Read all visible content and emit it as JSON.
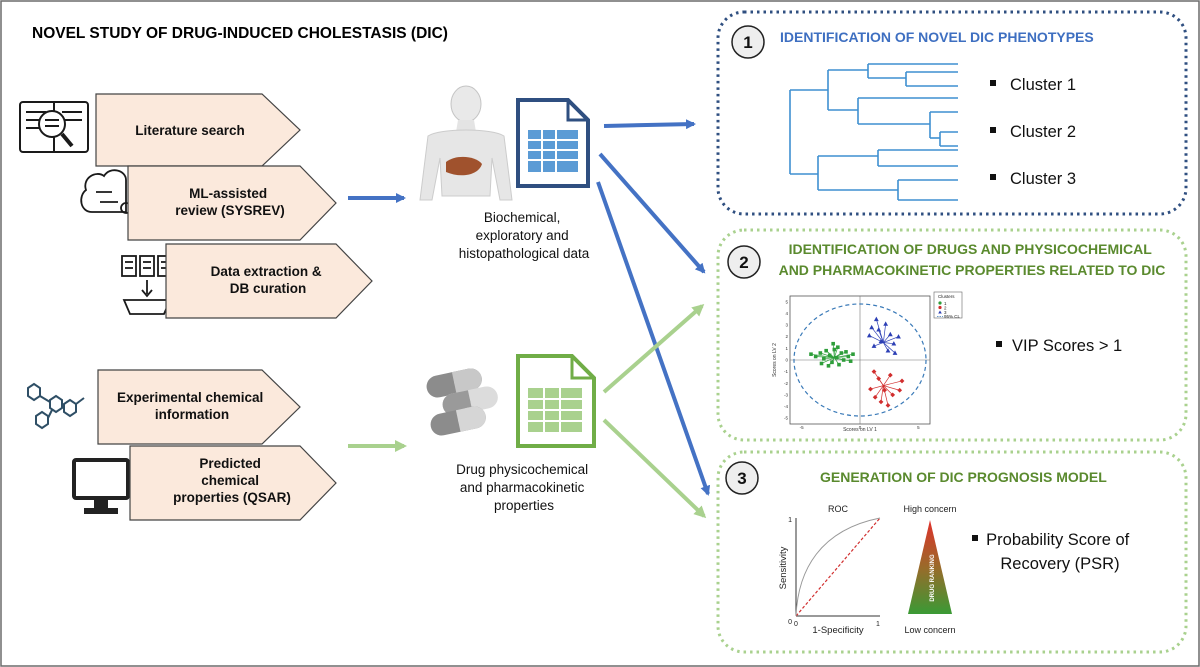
{
  "title": "NOVEL STUDY OF DRUG-INDUCED CHOLESTASIS (DIC)",
  "colors": {
    "blue": "#3e6fc1",
    "dark_blue": "#2f4f80",
    "green": "#5a8a2e",
    "light_green": "#a9d18e",
    "arrow_blue": "#4472c4",
    "input_fill": "#fbe9dc"
  },
  "inputs": [
    {
      "lines": [
        "Literature search"
      ],
      "icon": "book-search-icon"
    },
    {
      "lines": [
        "ML-assisted",
        "review (SYSREV)"
      ],
      "icon": "brain-gears-icon"
    },
    {
      "lines": [
        "Data extraction &",
        "DB curation"
      ],
      "icon": "documents-database-icon"
    },
    {
      "lines": [
        "Experimental chemical",
        "information"
      ],
      "icon": "molecule-icon"
    },
    {
      "lines": [
        "Predicted",
        "chemical",
        "properties (QSAR)"
      ],
      "icon": "computer-monitor-icon"
    }
  ],
  "data_sources": [
    {
      "lines": [
        "Biochemical,",
        "exploratory and",
        "histopathological data"
      ],
      "icons": [
        "human-liver-icon",
        "blue-spreadsheet-icon"
      ]
    },
    {
      "lines": [
        "Drug physicochemical",
        "and pharmacokinetic",
        "properties"
      ],
      "icons": [
        "capsules-icon",
        "green-spreadsheet-icon"
      ]
    }
  ],
  "outputs": [
    {
      "number": "1",
      "title_lines": [
        "IDENTIFICATION OF NOVEL DIC PHENOTYPES"
      ],
      "bullets": [
        [
          "Cluster 1"
        ],
        [
          "Cluster 2"
        ],
        [
          "Cluster 3"
        ]
      ]
    },
    {
      "number": "2",
      "title_lines": [
        "IDENTIFICATION OF DRUGS AND PHYSICOCHEMICAL",
        "AND PHARMACOKINETIC PROPERTIES RELATED TO DIC"
      ],
      "bullets": [
        [
          "VIP Scores > 1"
        ]
      ],
      "pca": {
        "xlabel": "Scores on LV 1",
        "ylabel": "Scores on LV 2",
        "x_ticks": [
          "-5",
          "0",
          "5"
        ],
        "y_ticks": [
          "5",
          "4",
          "3",
          "2",
          "1",
          "0",
          "-1",
          "-2",
          "-3",
          "-4",
          "-5"
        ],
        "legend_title": "Clusters",
        "legend_items": [
          "1",
          "2",
          "3",
          "95% CL"
        ],
        "groups": [
          {
            "color": "#2e9e3a",
            "center": [
              -2.2,
              0.2
            ],
            "points": [
              [
                -4.2,
                0.5
              ],
              [
                -3.8,
                0.3
              ],
              [
                -3.4,
                0.6
              ],
              [
                -3.1,
                0.1
              ],
              [
                -2.9,
                0.8
              ],
              [
                -2.6,
                0.4
              ],
              [
                -2.4,
                -0.2
              ],
              [
                -2.2,
                0.9
              ],
              [
                -2.0,
                0.2
              ],
              [
                -1.8,
                -0.4
              ],
              [
                -1.6,
                0.6
              ],
              [
                -1.4,
                0.0
              ],
              [
                -1.2,
                0.7
              ],
              [
                -1.0,
                0.3
              ],
              [
                -0.8,
                -0.1
              ],
              [
                -2.7,
                -0.5
              ],
              [
                -3.3,
                -0.3
              ],
              [
                -1.9,
                1.1
              ],
              [
                -0.6,
                0.5
              ],
              [
                -2.3,
                1.4
              ]
            ]
          },
          {
            "color": "#2c3fb5",
            "center": [
              2.0,
              1.5
            ],
            "points": [
              [
                1.0,
                2.8
              ],
              [
                1.4,
                3.5
              ],
              [
                2.2,
                3.1
              ],
              [
                2.6,
                2.2
              ],
              [
                1.8,
                1.6
              ],
              [
                1.2,
                1.2
              ],
              [
                2.9,
                1.4
              ],
              [
                3.3,
                2.0
              ],
              [
                2.4,
                0.8
              ],
              [
                0.8,
                2.1
              ],
              [
                1.6,
                2.6
              ],
              [
                3.0,
                0.6
              ]
            ]
          },
          {
            "color": "#d12e2e",
            "center": [
              2.0,
              -2.2
            ],
            "points": [
              [
                1.2,
                -1.0
              ],
              [
                1.6,
                -1.6
              ],
              [
                2.6,
                -1.3
              ],
              [
                3.6,
                -1.8
              ],
              [
                2.1,
                -2.6
              ],
              [
                1.3,
                -3.2
              ],
              [
                2.8,
                -3.0
              ],
              [
                3.4,
                -2.6
              ],
              [
                1.8,
                -3.6
              ],
              [
                0.9,
                -2.5
              ],
              [
                2.4,
                -3.9
              ]
            ]
          }
        ]
      }
    },
    {
      "number": "3",
      "title_lines": [
        "GENERATION OF DIC PROGNOSIS MODEL"
      ],
      "bullets": [
        [
          "Probability Score of",
          "Recovery (PSR)"
        ]
      ],
      "roc": {
        "title": "ROC",
        "xlabel": "1-Specificity",
        "ylabel": "Sensitivity",
        "x_ticks": [
          "0",
          "1"
        ],
        "y_ticks": [
          "0",
          "1"
        ]
      },
      "ranking": {
        "top": "High concern",
        "bottom": "Low concern",
        "label": "DRUG RANKING"
      }
    }
  ]
}
